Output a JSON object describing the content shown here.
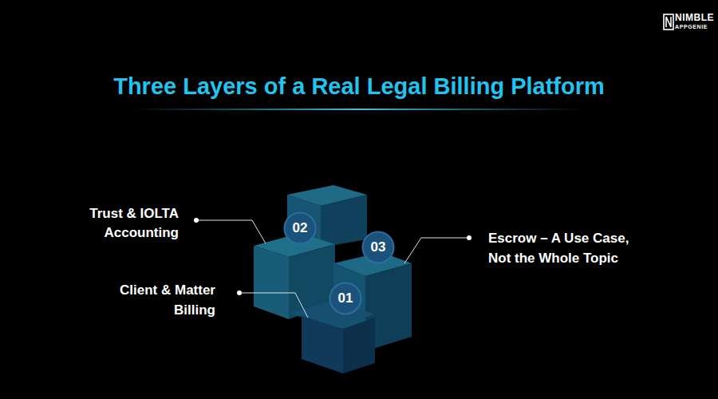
{
  "diagram": {
    "title": "Three Layers of a Real Legal Billing Platform",
    "nodes": [
      {
        "text": [
          "01"
        ]
      },
      {
        "text": [
          "02"
        ]
      },
      {
        "text": [
          "03"
        ]
      }
    ],
    "labels": [
      "NIMBLE",
      "APPGENIE",
      "Trust & IOLTA Accounting",
      "Escrow – A Use Case, Not the Whole Topic",
      "Client & Matter Billing"
    ]
  }
}
